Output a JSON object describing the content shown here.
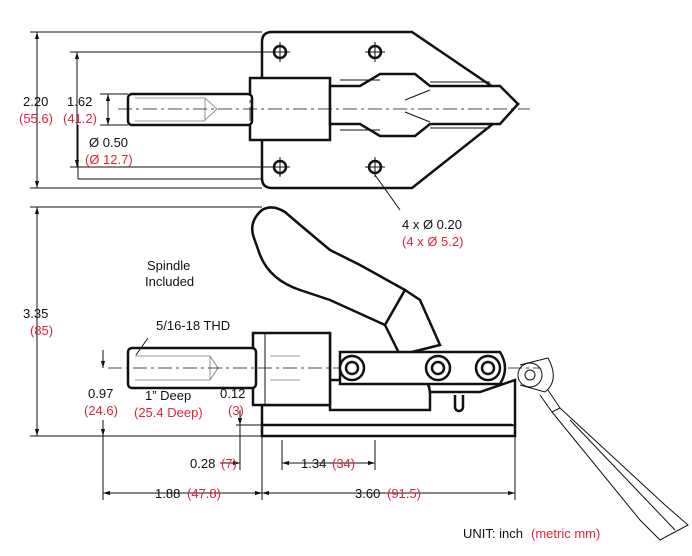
{
  "top_view": {
    "dim_overall_width": {
      "inch": "2.20",
      "mm": "(55.6)"
    },
    "dim_hole_spacing": {
      "inch": "1.62",
      "mm": "(41.2)"
    },
    "dim_plunger_dia": {
      "inch": "Ø 0.50",
      "mm": "(Ø 12.7)"
    },
    "dim_mount_holes": {
      "inch": "4 x Ø 0.20",
      "mm": "(4 x Ø 5.2)"
    }
  },
  "side_view": {
    "spindle_note": [
      "Spindle",
      "Included"
    ],
    "thread_note": "5/16-18 THD",
    "thread_depth": {
      "inch": "1” Deep",
      "mm": "(25.4 Deep)"
    },
    "dim_height": {
      "inch": "3.35",
      "mm": "(85)"
    },
    "dim_centerline": {
      "inch": "0.97",
      "mm": "(24.6)"
    },
    "dim_base_thickness": {
      "inch": "0.12",
      "mm": "(3)"
    },
    "dim_offset": {
      "inch": "0.28",
      "mm": "(7)"
    },
    "dim_hole_pitch": {
      "inch": "1.34",
      "mm": "(34)"
    },
    "dim_plunger_ext": {
      "inch": "1.88",
      "mm": "(47.8)"
    },
    "dim_base_length": {
      "inch": "3.60",
      "mm": "(91.5)"
    }
  },
  "unit_note": {
    "label": "UNIT: inch",
    "metric": "(metric mm)"
  },
  "colors": {
    "metric": "#e4223a",
    "line": "#111111"
  }
}
